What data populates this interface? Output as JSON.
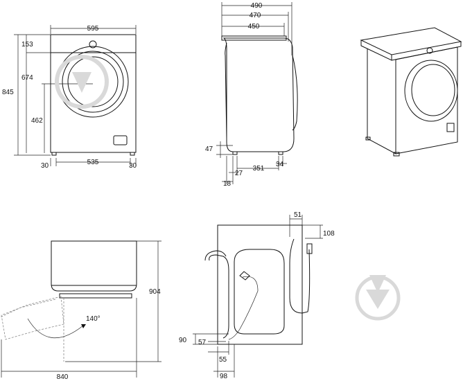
{
  "front_view": {
    "width_total": "595",
    "top_offset": "153",
    "height_door": "674",
    "height_total": "845",
    "door_center": "462",
    "foot_left": "30",
    "foot_span": "535",
    "foot_right": "30"
  },
  "side_view": {
    "depth_max": "490",
    "depth_mid": "470",
    "depth_body": "450",
    "foot_height": "47",
    "foot_front": "27",
    "foot_span": "351",
    "foot_rear": "34",
    "front_offset": "18"
  },
  "door_view": {
    "height_open": "904",
    "door_angle": "140°",
    "width_open": "840"
  },
  "rear_view": {
    "hose_offset": "51",
    "top_offset": "108",
    "drain_height": "90",
    "drain_pos": "57",
    "drain_x": "55",
    "drain_width": "98"
  }
}
